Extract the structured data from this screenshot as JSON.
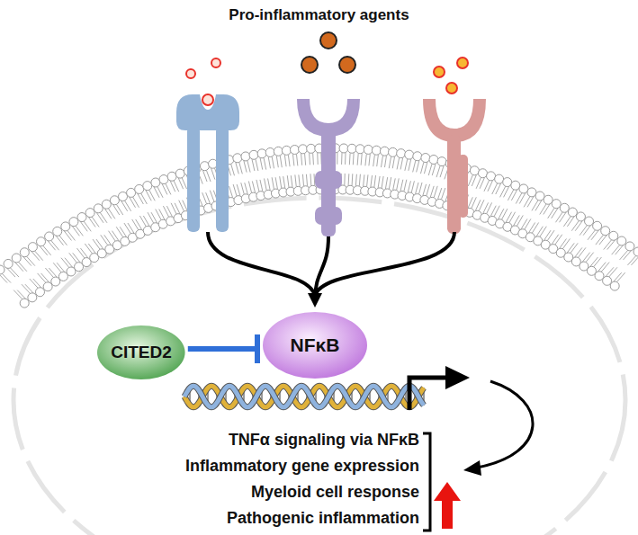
{
  "diagram": {
    "title": "Pro-inflammatory agents",
    "nodes": [
      {
        "text": [
          "CITED2"
        ]
      },
      {
        "text": [
          "NFκB"
        ]
      }
    ],
    "edges": [
      {
        "from": 0,
        "to": 1,
        "arrow": "to"
      }
    ],
    "labels": [
      "TNFα signaling via NFκB",
      "Inflammatory gene expression",
      "Myeloid cell response",
      "Pathogenic inflammation"
    ]
  }
}
